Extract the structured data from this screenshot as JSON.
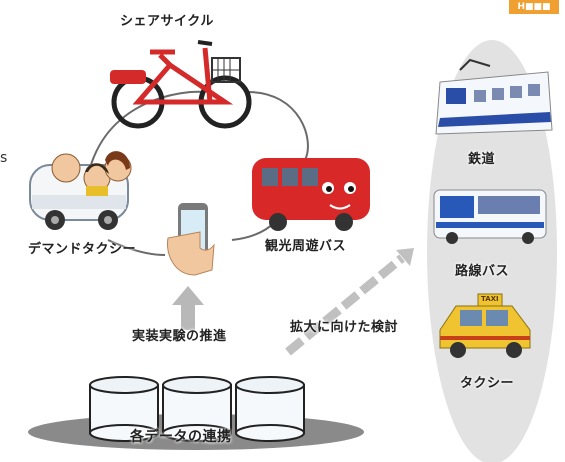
{
  "labels": {
    "share_cycle": "シェアサイクル",
    "demand_taxi": "デマンドタクシー",
    "sightseeing_bus": "観光周遊バス",
    "railway": "鉄道",
    "route_bus": "路線バス",
    "taxi": "タクシー",
    "demo_promotion": "実装実験の推進",
    "expansion_review": "拡大に向けた検討",
    "data_linkage": "各データの連携",
    "stray_letter": "s",
    "corner_tag": "H■■■",
    "taxi_sign": "TAXI"
  },
  "colors": {
    "bike_red": "#d42a2a",
    "bus_red": "#d82828",
    "car_white": "#f4f6f8",
    "train_blue": "#2a4ea8",
    "coach_blue": "#2858b8",
    "taxi_yellow": "#f0c430",
    "oval_gray": "#e2e2e2",
    "arrow_gray": "#b8b8b8",
    "corner_orange": "#f0a030"
  }
}
